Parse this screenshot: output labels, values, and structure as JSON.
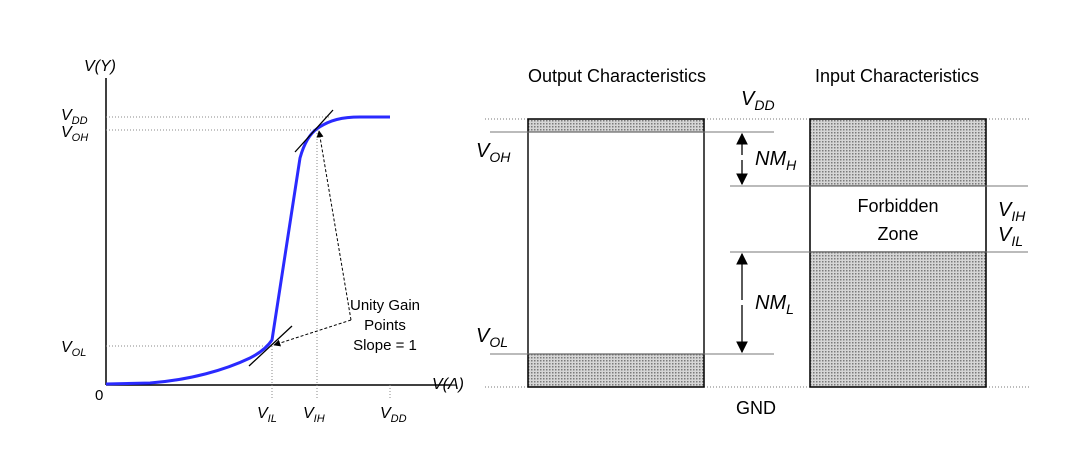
{
  "transfer": {
    "y_axis_label": "V(Y)",
    "x_axis_label": "V(A)",
    "origin": "0",
    "y_ticks": [
      {
        "main": "V",
        "sub": "DD"
      },
      {
        "main": "V",
        "sub": "OH"
      },
      {
        "main": "V",
        "sub": "OL"
      }
    ],
    "x_ticks": [
      {
        "main": "V",
        "sub": "IL"
      },
      {
        "main": "V",
        "sub": "IH"
      },
      {
        "main": "V",
        "sub": "DD"
      }
    ],
    "annotation": [
      "Unity Gain",
      "Points",
      "Slope = 1"
    ],
    "curve_color": "#2a2aff"
  },
  "levels": {
    "output_title": "Output Characteristics",
    "input_title": "Input Characteristics",
    "vdd": {
      "main": "V",
      "sub": "DD"
    },
    "voh": {
      "main": "V",
      "sub": "OH"
    },
    "vol": {
      "main": "V",
      "sub": "OL"
    },
    "vih": {
      "main": "V",
      "sub": "IH"
    },
    "vil": {
      "main": "V",
      "sub": "IL"
    },
    "nmh": {
      "main": "NM",
      "sub": "H"
    },
    "nml": {
      "main": "NM",
      "sub": "L"
    },
    "forbidden": [
      "Forbidden",
      "Zone"
    ],
    "gnd": "GND"
  }
}
